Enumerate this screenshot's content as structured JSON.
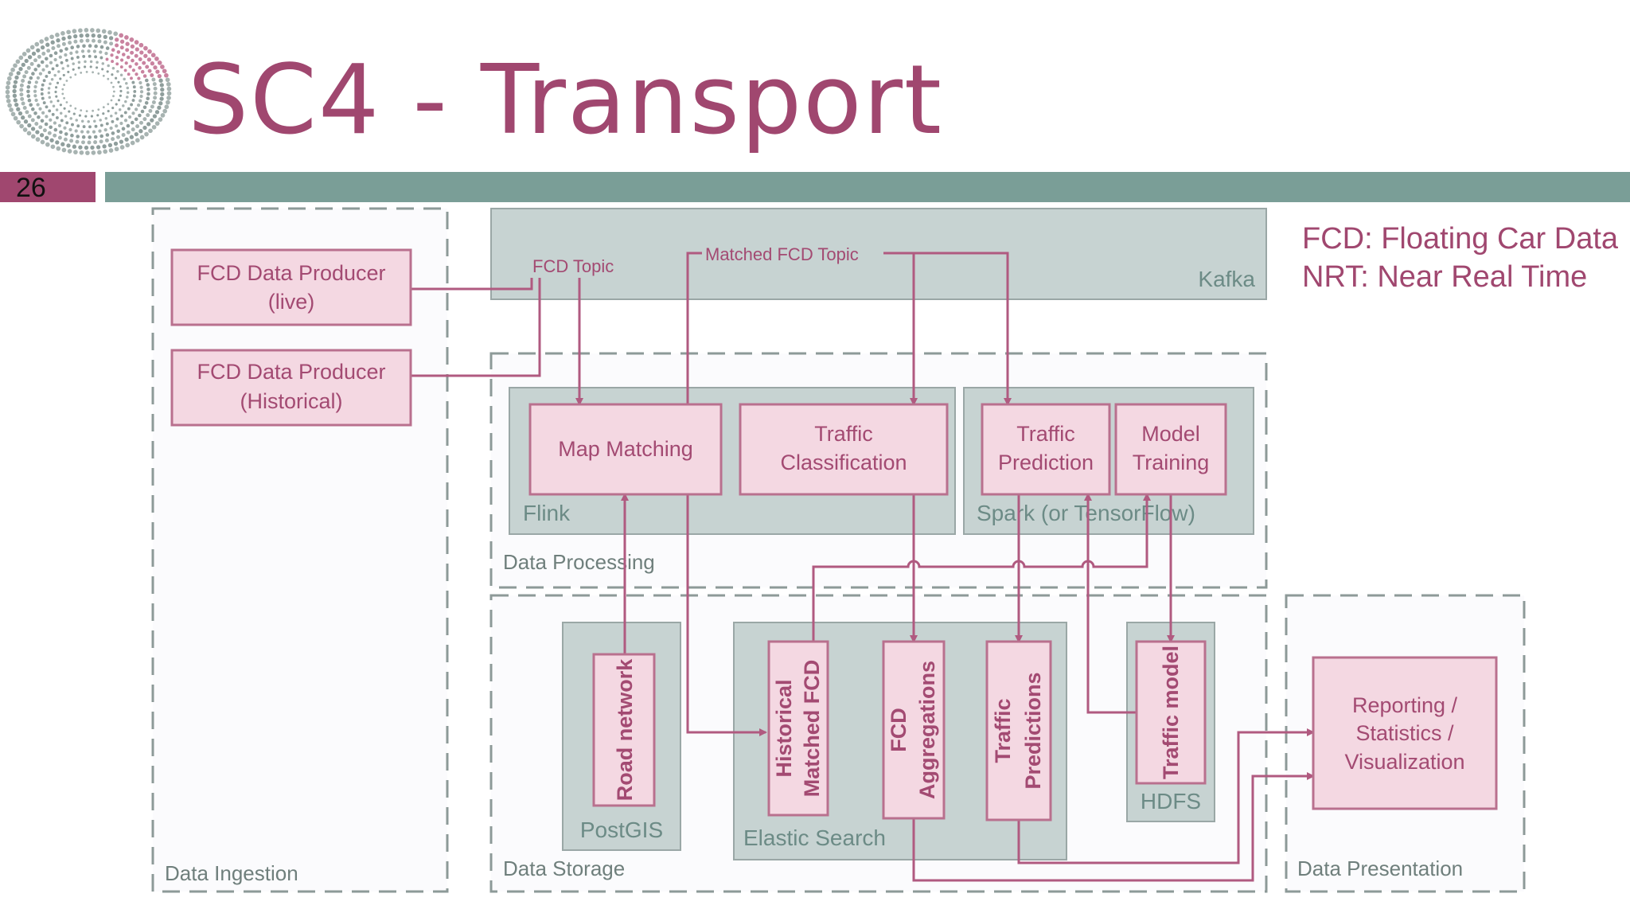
{
  "header": {
    "title": "SC4 - Transport",
    "slide_number": "26"
  },
  "legend": {
    "line1": "FCD: Floating Car Data",
    "line2": "NRT: Near Real Time"
  },
  "zones": {
    "ingestion": "Data Ingestion",
    "processing": "Data Processing",
    "storage": "Data Storage",
    "presentation": "Data Presentation"
  },
  "panels": {
    "kafka": "Kafka",
    "flink": "Flink",
    "spark": "Spark (or TensorFlow)",
    "postgis": "PostGIS",
    "elastic": "Elastic Search",
    "hdfs": "HDFS"
  },
  "topics": {
    "fcd": "FCD Topic",
    "matched": "Matched FCD Topic"
  },
  "nodes": {
    "producer_live": [
      "FCD Data Producer",
      "(live)"
    ],
    "producer_hist": [
      "FCD Data Producer",
      "(Historical)"
    ],
    "map_matching": [
      "Map Matching"
    ],
    "traffic_class": [
      "Traffic",
      "Classification"
    ],
    "traffic_pred": [
      "Traffic",
      "Prediction"
    ],
    "model_training": [
      "Model",
      "Training"
    ],
    "road_network": [
      "Road network"
    ],
    "hist_matched": [
      "Historical",
      "Matched FCD"
    ],
    "fcd_agg": [
      "FCD",
      "Aggregations"
    ],
    "traffic_preds": [
      "Traffic",
      "Predictions"
    ],
    "traffic_model": [
      "Traffic model"
    ],
    "reporting": [
      "Reporting /",
      "Statistics /",
      "Visualization"
    ]
  },
  "colors": {
    "accent": "#a0476f",
    "bar": "#7a9e97",
    "node_fill": "#f4d8e2",
    "panel_fill": "#c7d3d2"
  }
}
